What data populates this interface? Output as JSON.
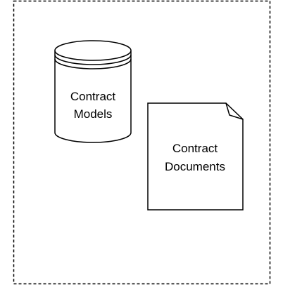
{
  "diagram": {
    "stroke_color": "#000000",
    "fill_color": "#ffffff",
    "container": {
      "border_style": "dashed"
    },
    "database": {
      "line1": "Contract",
      "line2": "Models"
    },
    "document": {
      "line1": "Contract",
      "line2": "Documents"
    }
  }
}
